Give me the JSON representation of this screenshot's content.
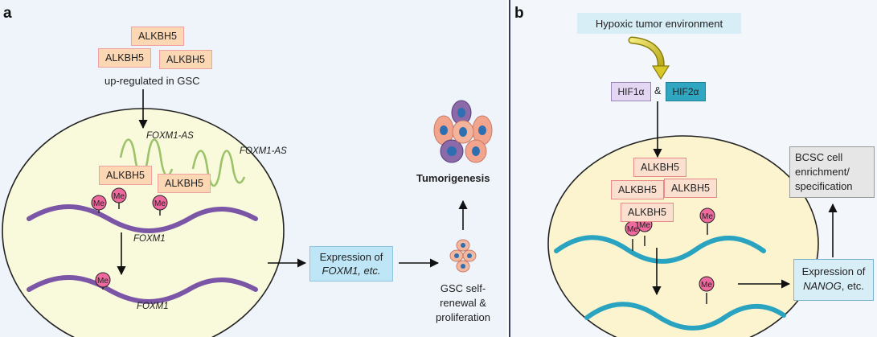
{
  "panel_a": {
    "letter": "a",
    "alkbh5_label": "ALKBH5",
    "upregulated_text": "up-regulated in GSC",
    "foxm1_as_label": "FOXM1-AS",
    "foxm1_label": "FOXM1",
    "me_label": "Me",
    "expression_line1": "Expression of",
    "expression_line2": "FOXM1, etc.",
    "tumorigenesis": "Tumorigenesis",
    "gsc_line1": "GSC self-",
    "gsc_line2": "renewal &",
    "gsc_line3": "proliferation"
  },
  "panel_b": {
    "letter": "b",
    "hypoxic": "Hypoxic tumor environment",
    "hif1a": "HIF1α",
    "amp": "&",
    "hif2a": "HIF2α",
    "alkbh5_label": "ALKBH5",
    "me_label": "Me",
    "expression_line1": "Expression of",
    "expression_line2_italic": "NANOG",
    "expression_line2_rest": ", etc.",
    "bcsc_line1": "BCSC cell",
    "bcsc_line2": "enrichment/",
    "bcsc_line3": "specification"
  },
  "colors": {
    "alkbh5_fill": "#fbd7b4",
    "dna_a": "#7b55a6",
    "dna_b": "#2aa3c1",
    "foxm1_as": "#9cc36a",
    "me_fill": "#ee6a9e",
    "nucleus": "#f9f9dc",
    "expression_box": "#bfe6f7",
    "bcsc_box": "#e6e6e6",
    "hif1a_box": "#e3d6f2",
    "hif2a_box": "#31a6c1",
    "hypoxic_box": "#d7eef7"
  }
}
